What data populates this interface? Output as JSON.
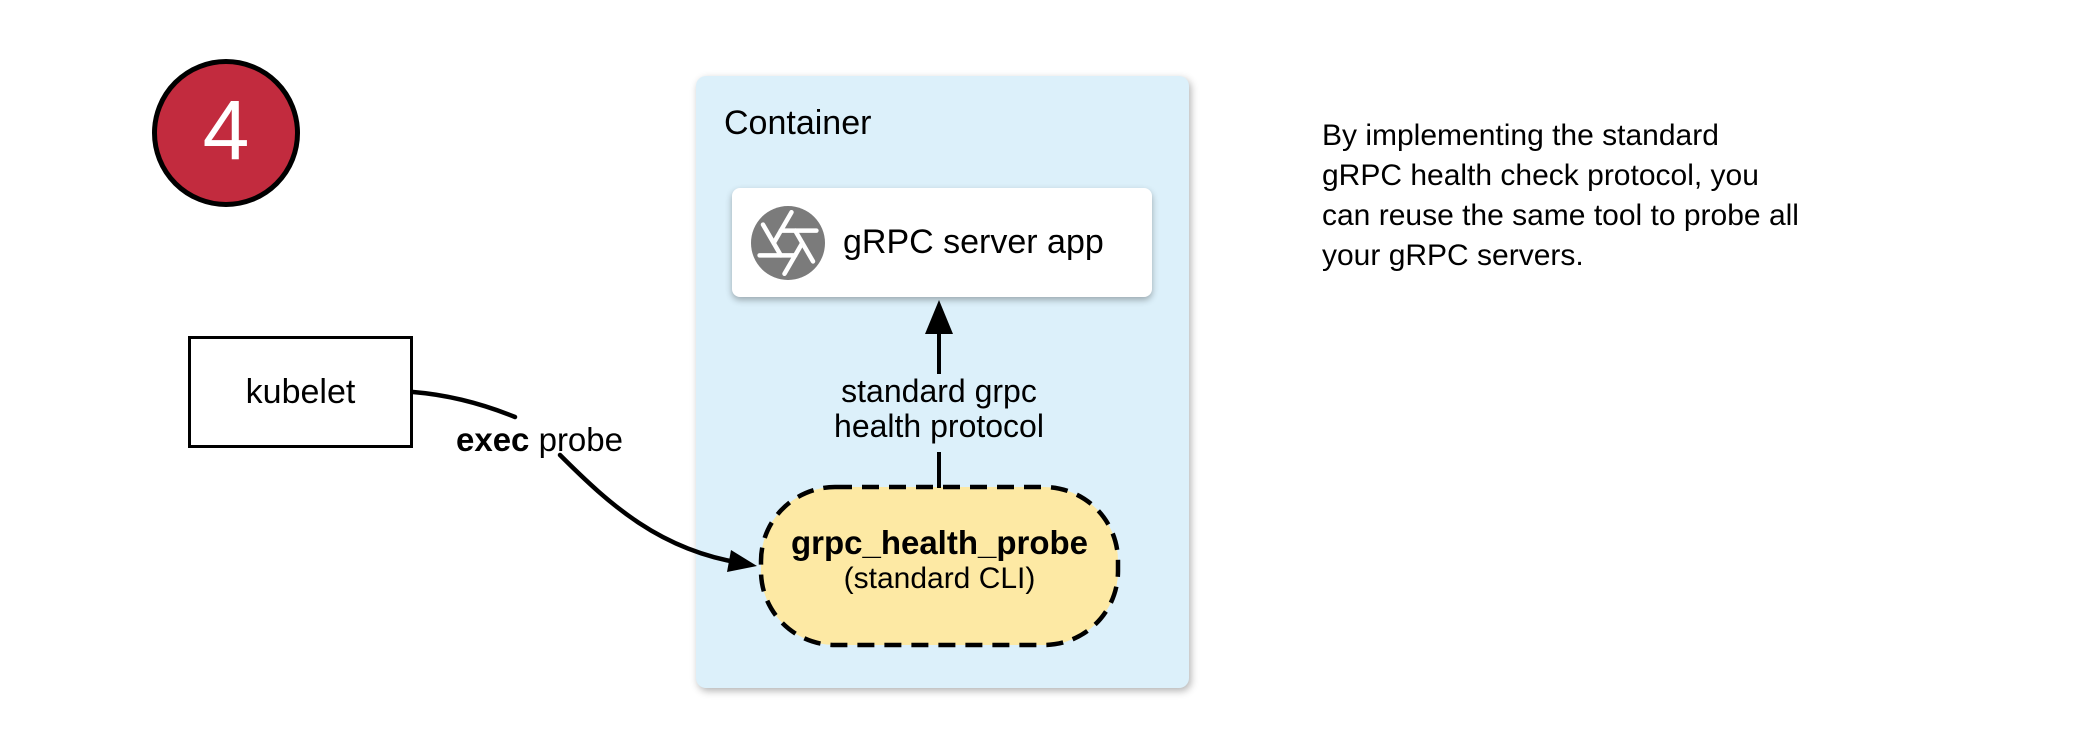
{
  "badge": {
    "number": "4"
  },
  "kubelet": {
    "label": "kubelet"
  },
  "exec_probe": {
    "bold": "exec",
    "rest": " probe"
  },
  "container": {
    "label": "Container"
  },
  "server_app": {
    "label": "gRPC server app",
    "icon": "aperture-icon"
  },
  "protocol_arrow": {
    "line1": "standard grpc",
    "line2": "health protocol"
  },
  "probe_tool": {
    "name": "grpc_health_probe",
    "subtitle": "(standard CLI)"
  },
  "note": {
    "lines": [
      "By implementing the standard",
      "gRPC health check protocol, you",
      "can reuse the same tool to probe all",
      "your gRPC servers."
    ]
  },
  "colors": {
    "container_fill": "#DCF0FA",
    "probe_fill": "#FDE9A4",
    "badge_fill": "#C22B3E",
    "icon_gray": "#7B7B7B"
  }
}
